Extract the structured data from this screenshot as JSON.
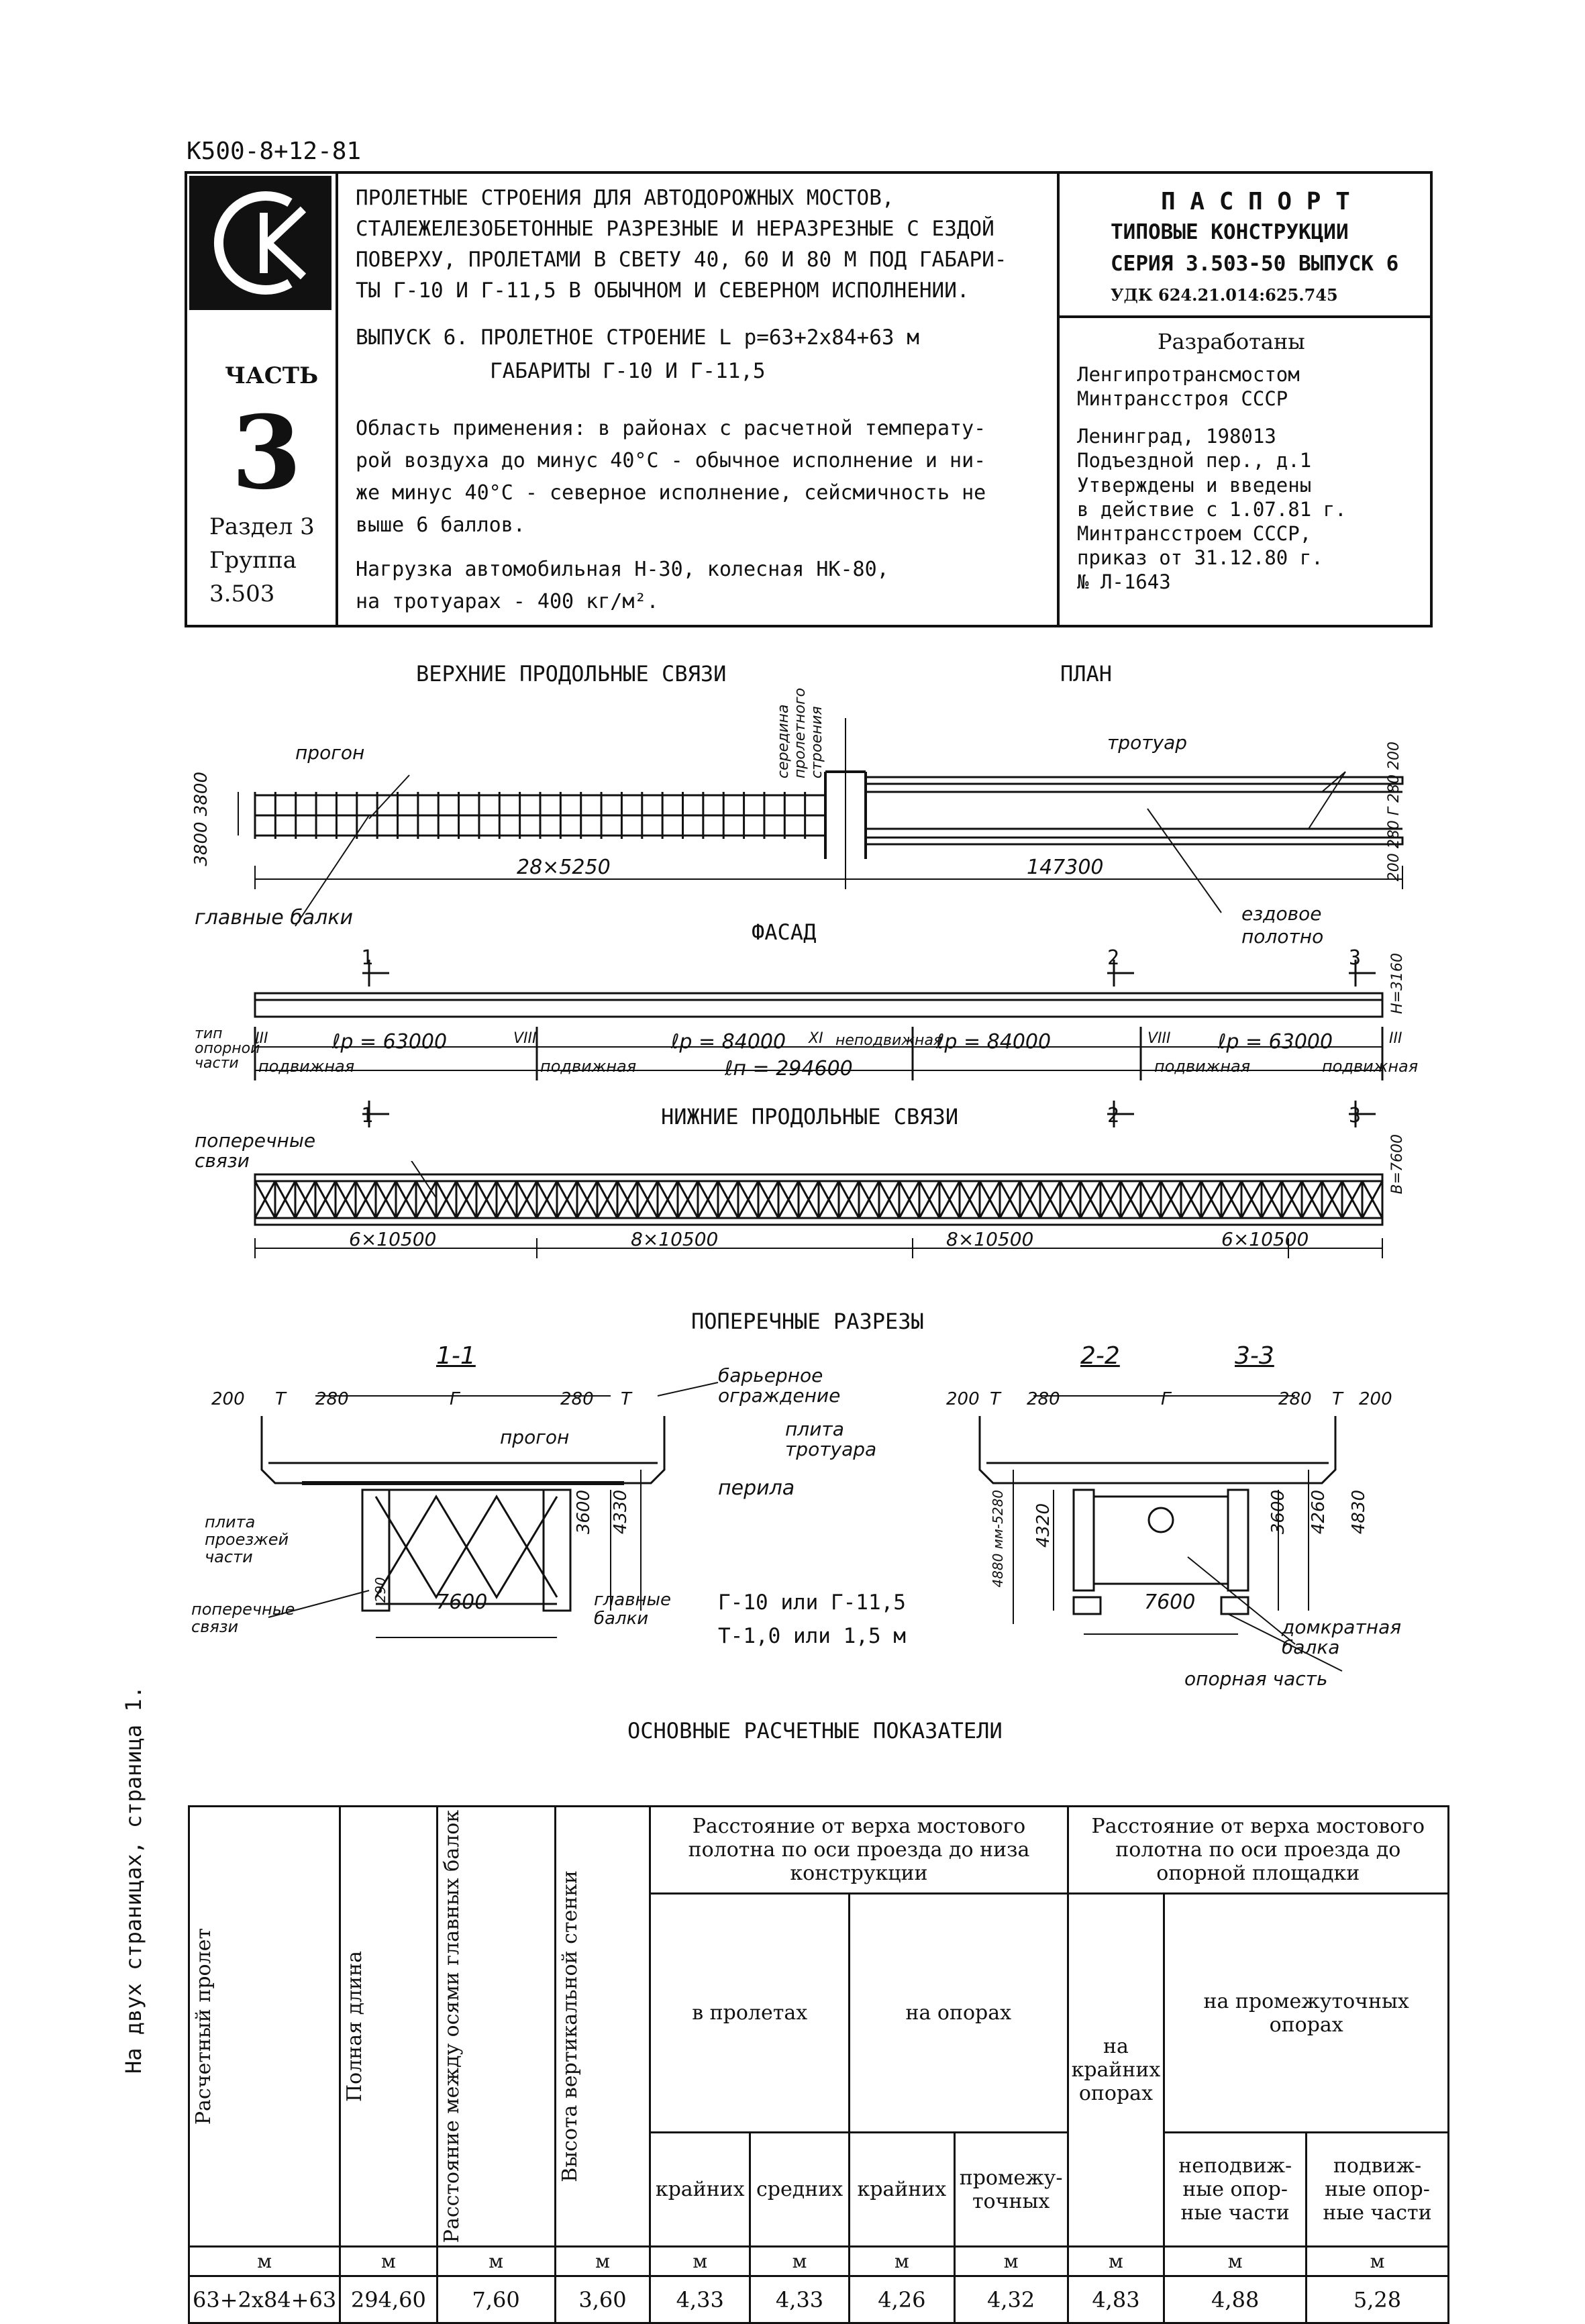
{
  "doc_code": "К500-8+12-81",
  "header": {
    "logo_text": "СК",
    "title_lines": [
      "ПРОЛЕТНЫЕ СТРОЕНИЯ ДЛЯ АВТОДОРОЖНЫХ МОСТОВ,",
      "СТАЛЕЖЕЛЕЗОБЕТОННЫЕ РАЗРЕЗНЫЕ И НЕРАЗРЕЗНЫЕ С ЕЗДОЙ",
      "ПОВЕРХУ, ПРОЛЕТАМИ В СВЕТУ 40, 60 И 80 М ПОД ГАБАРИ-",
      "ТЫ Г-10 И Г-11,5 В ОБЫЧНОМ И СЕВЕРНОМ ИСПОЛНЕНИИ."
    ],
    "issue_line1": "ВЫПУСК 6. ПРОЛЕТНОЕ СТРОЕНИЕ L р=63+2x84+63 м",
    "issue_line2": "ГАБАРИТЫ Г-10 И Г-11,5",
    "scope_lines": [
      "Область применения: в районах с расчетной температу-",
      "рой воздуха до минус 40°С - обычное исполнение и ни-",
      "же минус 40°С - северное исполнение, сейсмичность не",
      "выше 6 баллов."
    ],
    "load_lines": [
      "Нагрузка автомобильная Н-30, колесная НК-80,",
      "на тротуарах - 400 кг/м²."
    ],
    "part_label": "ЧАСТЬ",
    "part_number": "3",
    "section": "Раздел 3",
    "group": "Группа",
    "group_number": "3.503",
    "passport_title": "П А С П О Р Т",
    "passport_sub1": "ТИПОВЫЕ КОНСТРУКЦИИ",
    "passport_sub2": "СЕРИЯ 3.503-50 ВЫПУСК 6",
    "udk": "УДК 624.21.014:625.745",
    "developed_label": "Разработаны",
    "developer_lines": [
      "Ленгипротрансмостом",
      "Минтрансстроя СССР",
      "Ленинград, 198013",
      "Подъездной пер., д.1"
    ],
    "approved_lines": [
      "Утверждены и введены",
      "в действие с 1.07.81 г.",
      "Минтрансстроем СССР,",
      "приказ от 31.12.80 г.",
      "№ Л-1643"
    ]
  },
  "drawings": {
    "upper_bracing_title": "ВЕРХНИЕ ПРОДОЛЬНЫЕ СВЯЗИ",
    "plan_title": "ПЛАН",
    "progon": "прогон",
    "mid_span": "середина пролетного строения",
    "trotuar": "тротуар",
    "dim_left": "3800 3800",
    "dim_28": "28×5250",
    "dim_147": "147300",
    "main_beams": "главные балки",
    "roadway": "ездовое полотно",
    "dims_right_plan": "200 280 Г 280 200",
    "facade_title": "ФАСАД",
    "sec1": "1",
    "sec2": "2",
    "sec3": "3",
    "h_dim": "H=3160",
    "support_type_label": "тип опорной части",
    "lp1": "ℓр = 63000",
    "lp2": "ℓр = 84000",
    "lp3": "ℓр = 84000",
    "lp4": "ℓр = 63000",
    "ln": "ℓп = 294600",
    "fixed": "неподвижная",
    "movable": "подвижная",
    "roman_3": "III",
    "roman_8": "VIII",
    "roman_11": "XI",
    "lower_bracing_title": "НИЖНИЕ ПРОДОЛЬНЫЕ СВЯЗИ",
    "cross_bracing": "поперечные связи",
    "dim_6x": "6×10500",
    "dim_8x": "8×10500",
    "dim_b": "B=7600",
    "cross_sections_title": "ПОПЕРЕЧНЫЕ РАЗРЕЗЫ",
    "cs11": "1-1",
    "cs22": "2-2",
    "cs33": "3-3",
    "barrier": "барьерное ограждение",
    "slab_road": "плита проезжей части",
    "slab_trot": "плита тротуара",
    "railing": "перила",
    "cross_conn": "поперечные связи",
    "main_b": "главные балки",
    "jack_beam": "домкратная балка",
    "bearing": "опорная часть",
    "dim_200": "200",
    "dim_T": "Т",
    "dim_280": "280",
    "dim_G": "Г",
    "dim_7600": "7600",
    "dim_3600": "3600",
    "dim_4330": "4330",
    "dim_290": "290",
    "dim_4320": "4320",
    "dim_4260": "4260",
    "dim_4830": "4830",
    "dim_4880": "4880 мм-5280",
    "gab_line1": "Г-10 или Г-11,5",
    "gab_line2": "Т-1,0 или 1,5 м"
  },
  "side_note": "На двух страницах, страница 1.",
  "table": {
    "title": "ОСНОВНЫЕ РАСЧЕТНЫЕ ПОКАЗАТЕЛИ",
    "h_span": "Расчетный пролет",
    "h_len": "Полная длина",
    "h_dist": "Расстояние между осями главных балок",
    "h_height": "Высота вертикальной стенки",
    "h_group1": "Расстояние от верха мостового полотна по оси проезда до низа конструкции",
    "h_group2": "Расстояние от верха мостового полотна по оси проезда до опорной площадки",
    "h_inspans": "в пролетах",
    "h_onsupports": "на опорах",
    "h_edge": "крайних",
    "h_middle": "средних",
    "h_edge2": "крайних",
    "h_inter": "промежу- точных",
    "h_onedge": "на крайних опорах",
    "h_oninter": "на промежуточных опорах",
    "h_fixed": "неподвиж- ные опор- ные части",
    "h_movable": "подвиж- ные опор- ные части",
    "units": [
      "м",
      "м",
      "м",
      "м",
      "м",
      "м",
      "м",
      "м",
      "м",
      "м",
      "м"
    ],
    "row": [
      "63+2x84+63",
      "294,60",
      "7,60",
      "3,60",
      "4,33",
      "4,33",
      "4,26",
      "4,32",
      "4,83",
      "4,88",
      "5,28"
    ]
  }
}
